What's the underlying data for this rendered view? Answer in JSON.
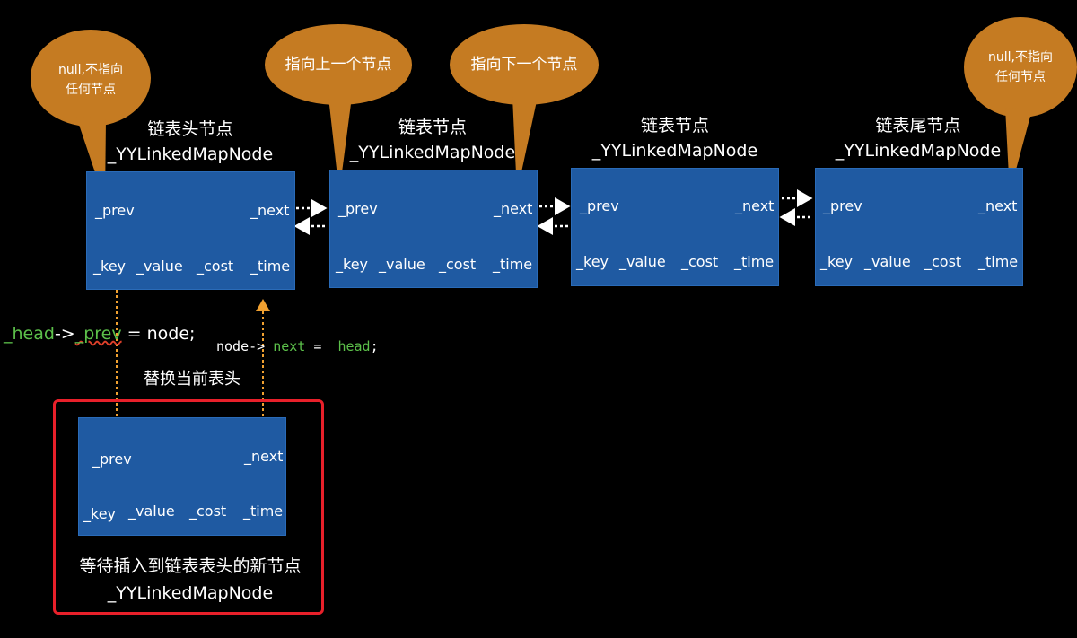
{
  "callouts": [
    {
      "id": "head-null",
      "lines": [
        "null,不指向",
        "任何节点"
      ]
    },
    {
      "id": "prev-pointer",
      "lines": [
        "指向上一个节点"
      ]
    },
    {
      "id": "next-pointer",
      "lines": [
        "指向下一个节点"
      ]
    },
    {
      "id": "tail-null",
      "lines": [
        "null,不指向",
        "任何节点"
      ]
    }
  ],
  "nodes": [
    {
      "id": "head",
      "title": "链表头节点",
      "type": "_YYLinkedMapNode"
    },
    {
      "id": "node2",
      "title": "链表节点",
      "type": "_YYLinkedMapNode"
    },
    {
      "id": "node3",
      "title": "链表节点",
      "type": "_YYLinkedMapNode"
    },
    {
      "id": "tail",
      "title": "链表尾节点",
      "type": "_YYLinkedMapNode"
    }
  ],
  "fields": {
    "prev": "_prev",
    "next": "_next",
    "key": "_key",
    "value": "_value",
    "cost": "_cost",
    "time": "_time"
  },
  "code": {
    "head_stmt": {
      "obj": "_head",
      "arrow": "->",
      "member": "_prev",
      "rest": " = node;"
    },
    "next_stmt": {
      "obj": "node",
      "arrow": "->",
      "member": "_next",
      "eq": " = ",
      "val": "_head",
      "end": ";"
    }
  },
  "replace_label": "替换当前表头",
  "new_node": {
    "caption": "等待插入到链表表头的新节点",
    "type": "_YYLinkedMapNode"
  },
  "colors": {
    "node_fill": "#1f5aa2",
    "callout_fill": "#c57b22",
    "pointer": "#f0a030",
    "link": "#ffffff",
    "highlight": "#e8202a",
    "code_green": "#5cc04a"
  }
}
